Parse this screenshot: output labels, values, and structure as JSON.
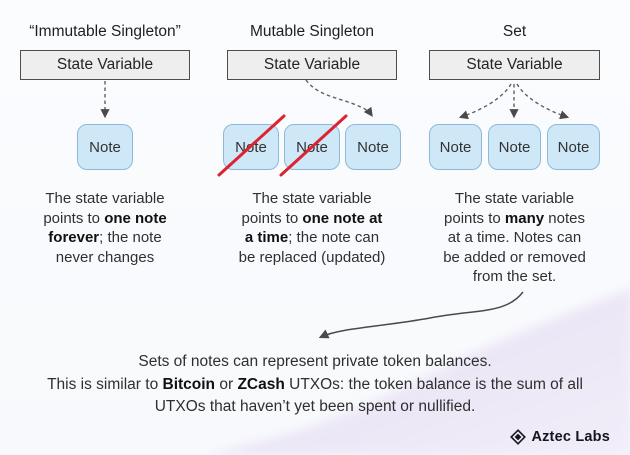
{
  "columns": [
    {
      "title": "“Immutable Singleton”",
      "box_label": "State Variable",
      "notes": [
        "Note"
      ],
      "struck_note_indices": [],
      "desc_lines": [
        [
          {
            "t": "The state variable"
          }
        ],
        [
          {
            "t": "points to "
          },
          {
            "t": "one note",
            "b": true
          }
        ],
        [
          {
            "t": "forever",
            "b": true
          },
          {
            "t": "; the note"
          }
        ],
        [
          {
            "t": "never changes"
          }
        ]
      ]
    },
    {
      "title": "Mutable Singleton",
      "box_label": "State Variable",
      "notes": [
        "Note",
        "Note",
        "Note"
      ],
      "struck_note_indices": [
        0,
        1
      ],
      "desc_lines": [
        [
          {
            "t": "The state variable"
          }
        ],
        [
          {
            "t": "points to "
          },
          {
            "t": "one note at",
            "b": true
          }
        ],
        [
          {
            "t": "a time",
            "b": true
          },
          {
            "t": "; the note can"
          }
        ],
        [
          {
            "t": "be replaced (updated)"
          }
        ]
      ]
    },
    {
      "title": "Set",
      "box_label": "State Variable",
      "notes": [
        "Note",
        "Note",
        "Note"
      ],
      "struck_note_indices": [],
      "desc_lines": [
        [
          {
            "t": "The state variable"
          }
        ],
        [
          {
            "t": "points to "
          },
          {
            "t": "many",
            "b": true
          },
          {
            "t": " notes"
          }
        ],
        [
          {
            "t": "at a time. Notes can"
          }
        ],
        [
          {
            "t": "be added or removed"
          }
        ],
        [
          {
            "t": "from the set."
          }
        ]
      ]
    }
  ],
  "caption_lines": [
    [
      {
        "t": "Sets of notes can represent private token balances."
      }
    ],
    [
      {
        "t": "This is similar to "
      },
      {
        "t": "Bitcoin",
        "b": true
      },
      {
        "t": " or "
      },
      {
        "t": "ZCash",
        "b": true
      },
      {
        "t": " UTXOs: the token balance is the sum of all"
      }
    ],
    [
      {
        "t": "UTXOs that haven’t yet been spent or nullified."
      }
    ]
  ],
  "logo": {
    "icon": "aztec-diamond-icon",
    "label": "Aztec Labs"
  },
  "colors": {
    "note_fill": "#cfe8f8",
    "note_border": "#8cb9d9",
    "state_box_fill": "#eeeeee",
    "state_box_border": "#4d4d4d",
    "strikethrough_red": "#db2430",
    "arrow_gray": "#5f5f5f",
    "wave_lavender": "#e5def2",
    "background": "#fafbfd"
  }
}
